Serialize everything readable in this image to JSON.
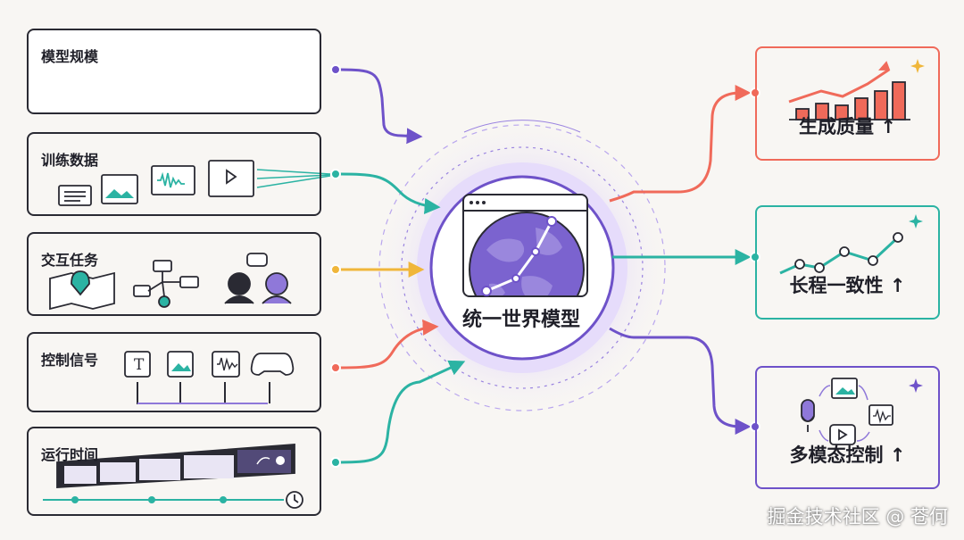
{
  "inputs": {
    "model_scale": "模型规模",
    "training_data": "训练数据",
    "interactive_tasks": "交互任务",
    "control_signals": "控制信号",
    "runtime": "运行时间",
    "control_text_glyph": "T"
  },
  "center": {
    "title": "统一世界模型"
  },
  "outputs": {
    "generation_quality": "生成质量 ↑",
    "long_range_consistency": "长程一致性 ↑",
    "multimodal_control": "多模态控制 ↑"
  },
  "watermark": "掘金技术社区 @ 苍何",
  "colors": {
    "purple": "#6e52c9",
    "teal": "#2bb3a3",
    "yellow": "#f0b63a",
    "coral": "#f06a5a",
    "dark": "#2a2a33"
  }
}
